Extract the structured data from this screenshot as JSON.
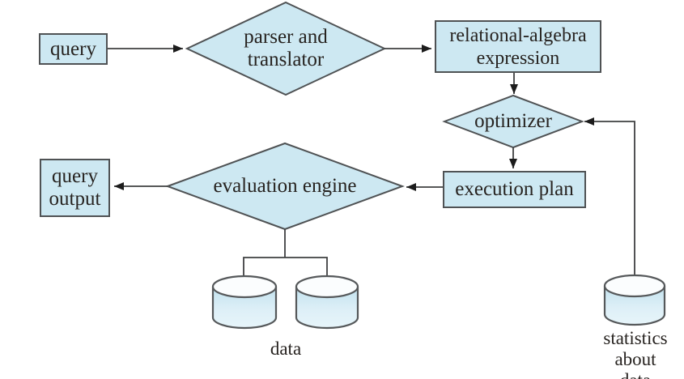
{
  "diagram": {
    "background": "#ffffff",
    "colors": {
      "node_fill": "#cde8f2",
      "node_border": "#4f5254",
      "connector": "#3f4041",
      "arrowhead": "#1c1c1c",
      "text": "#272320",
      "cylinder_top_fill": "#fbfdfe",
      "cylinder_body_light": "#e7f5fa",
      "cylinder_body_dark": "#c2e2ee"
    },
    "nodes": {
      "query_box": {
        "label": "query"
      },
      "parser": {
        "label": "parser and\ntranslator"
      },
      "relational_algebra": {
        "label": "relational-algebra\nexpression"
      },
      "optimizer": {
        "label": "optimizer"
      },
      "execution_plan": {
        "label": "execution plan"
      },
      "evaluation_engine": {
        "label": "evaluation engine"
      },
      "query_output": {
        "label": "query\noutput"
      },
      "data_store": {
        "label": "data"
      },
      "statistics_store": {
        "label": "statistics\nabout data"
      }
    }
  }
}
